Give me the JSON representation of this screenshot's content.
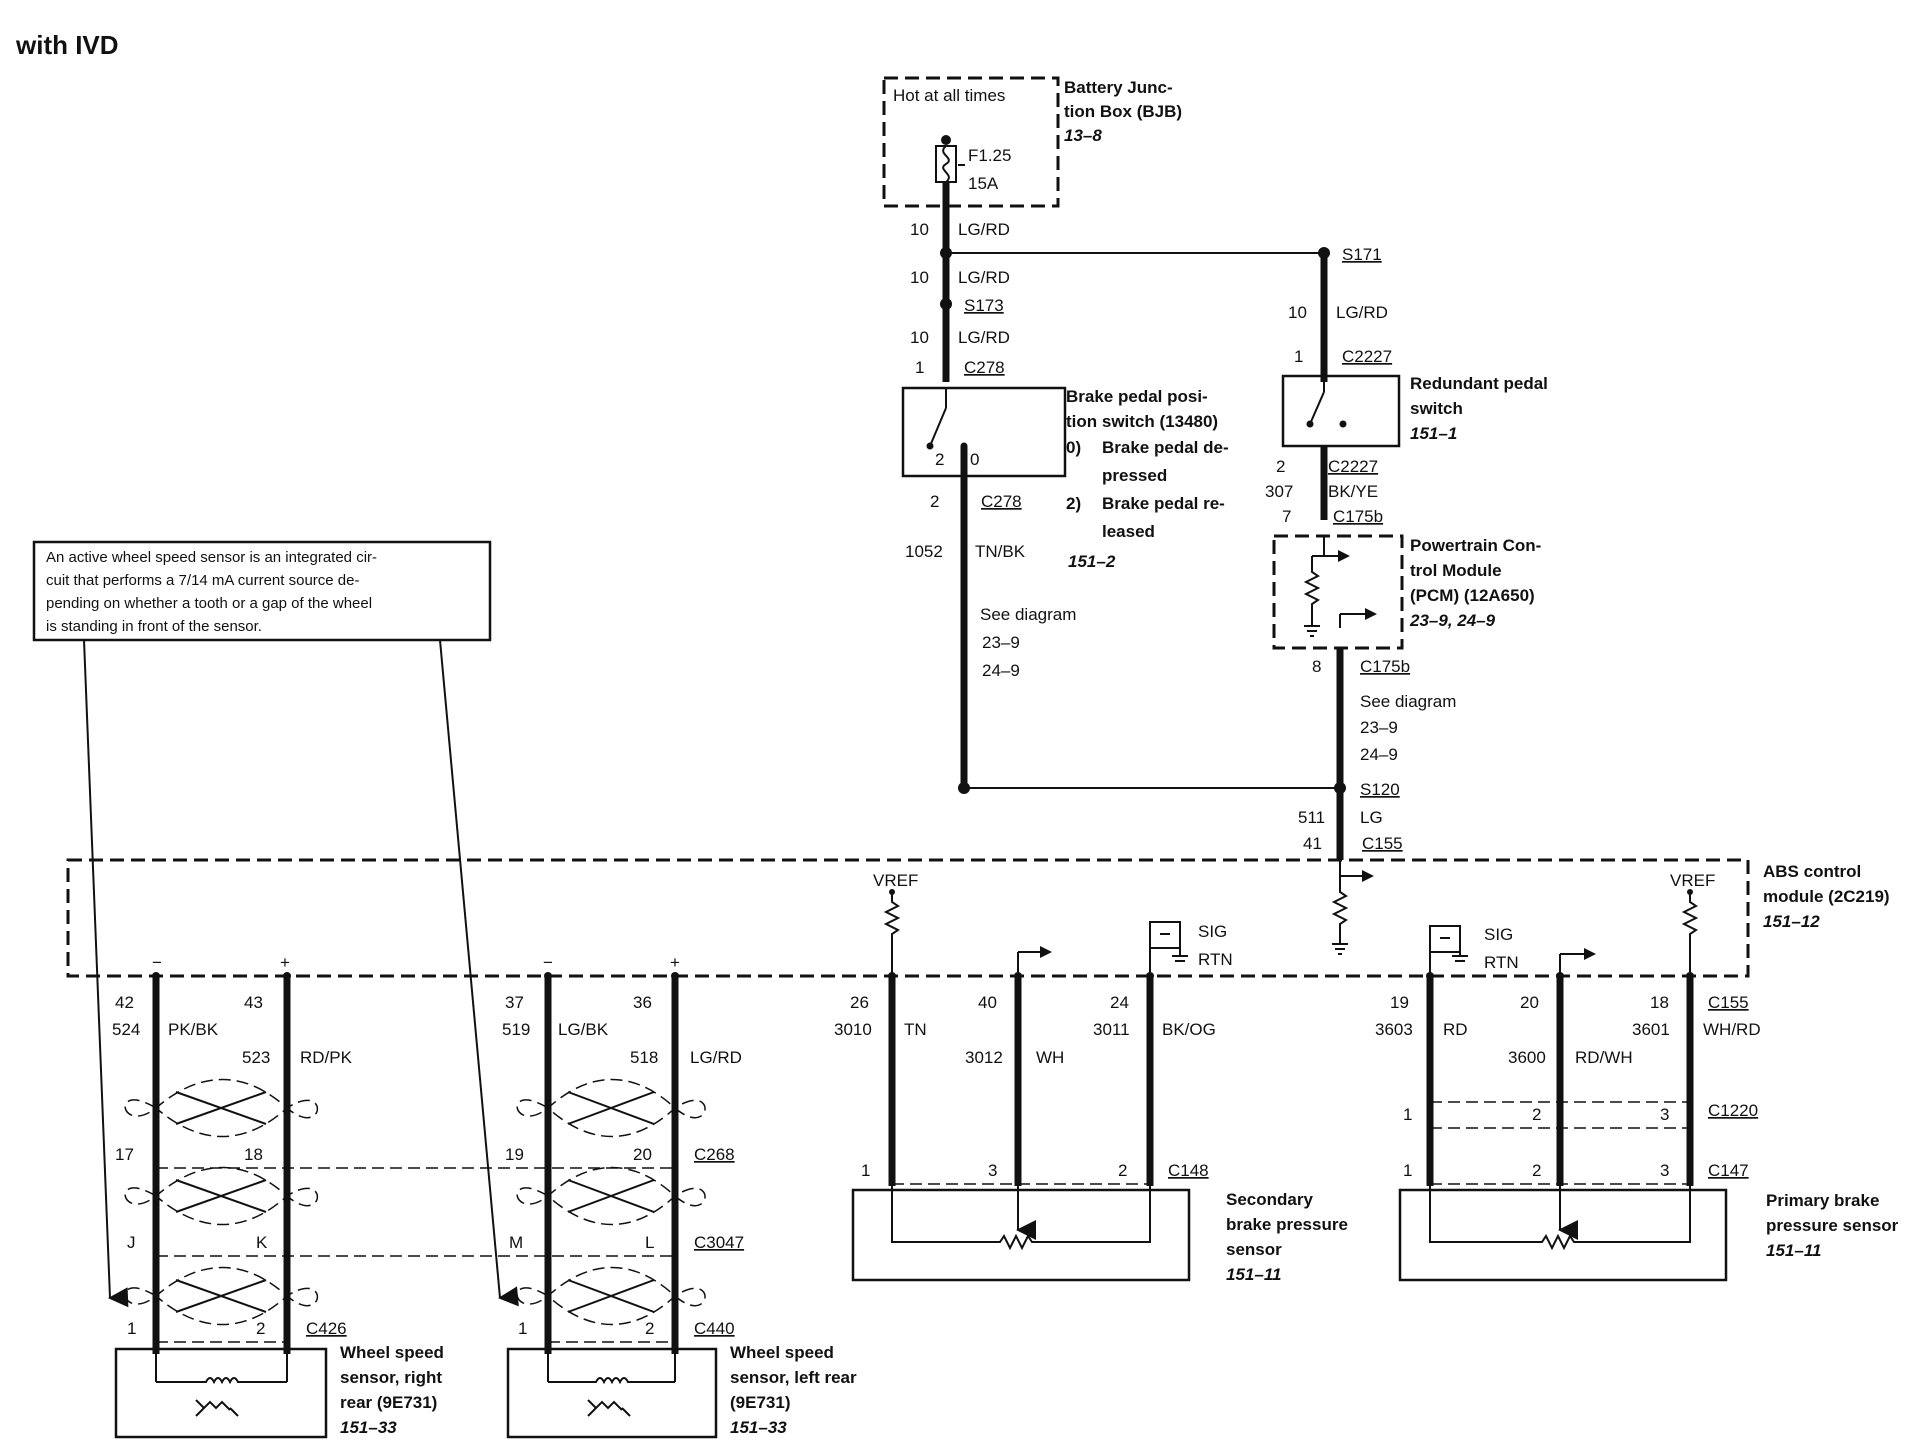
{
  "page_title": "with IVD",
  "note_text": [
    "An active wheel speed sensor is an integrated cir-",
    "cuit that performs a 7/14 mA current source de-",
    "pending on whether a tooth or a gap of the wheel",
    "is standing in front of the sensor."
  ],
  "bjb": {
    "box_text": "Hot at all times",
    "fuse": "F1.25",
    "rating": "15A",
    "title": [
      "Battery Junc-",
      "tion Box (BJB)"
    ],
    "ref": "13–8"
  },
  "feed": {
    "gauge": "10",
    "color": "LG/RD"
  },
  "splices": {
    "s171": "S171",
    "s173": "S173",
    "s120": "S120"
  },
  "bpp": {
    "c_in": "C278",
    "pin_in": "1",
    "c_out": "C278",
    "pin_out": "2",
    "sw_pos_a": "2",
    "sw_pos_b": "0",
    "title": [
      "Brake pedal posi-",
      "tion switch (13480)"
    ],
    "legend": [
      [
        "0)",
        "Brake pedal de-"
      ],
      [
        "",
        "pressed"
      ],
      [
        "2)",
        "Brake pedal re-"
      ],
      [
        "",
        "leased"
      ]
    ],
    "ref": "151–2",
    "out_circuit": "1052",
    "out_color": "TN/BK",
    "see": "See diagram",
    "see_refs": [
      "23–9",
      "24–9"
    ]
  },
  "rps": {
    "c_in": "C2227",
    "pin_in": "1",
    "c_out": "C2227",
    "pin_out": "2",
    "title": [
      "Redundant pedal",
      "switch"
    ],
    "ref": "151–1",
    "out_circuit": "307",
    "out_color": "BK/YE"
  },
  "pcm": {
    "c_in": "C175b",
    "pin_in": "7",
    "c_out": "C175b",
    "pin_out": "8",
    "title": [
      "Powertrain Con-",
      "trol Module",
      "(PCM) (12A650)"
    ],
    "ref": "23–9, 24–9",
    "see": "See diagram",
    "see_refs": [
      "23–9",
      "24–9"
    ],
    "out_circuit": "511",
    "out_color": "LG"
  },
  "abs": {
    "connector": "C155",
    "pin_top": "41",
    "title": [
      "ABS control",
      "module (2C219)"
    ],
    "ref": "151–12",
    "vref": "VREF",
    "sig": "SIG",
    "rtn": "RTN",
    "minus": "−",
    "plus": "+"
  },
  "right_rear": {
    "pins": [
      "42",
      "43"
    ],
    "circuits": [
      "524",
      "523"
    ],
    "colors": [
      "PK/BK",
      "RD/PK"
    ],
    "c268_pins": [
      "17",
      "18"
    ],
    "c3047_pins": [
      "J",
      "K"
    ],
    "c426_pins": [
      "1",
      "2"
    ],
    "c_sensor": "C426",
    "title": [
      "Wheel speed",
      "sensor, right",
      "rear (9E731)"
    ],
    "ref": "151–33"
  },
  "left_rear": {
    "pins": [
      "37",
      "36"
    ],
    "circuits": [
      "519",
      "518"
    ],
    "colors": [
      "LG/BK",
      "LG/RD"
    ],
    "c268_pins": [
      "19",
      "20"
    ],
    "c3047_pins": [
      "M",
      "L"
    ],
    "c440_pins": [
      "1",
      "2"
    ],
    "c268": "C268",
    "c3047": "C3047",
    "c_sensor": "C440",
    "title": [
      "Wheel speed",
      "sensor, left rear",
      "(9E731)"
    ],
    "ref": "151–33"
  },
  "secondary": {
    "pins": [
      "26",
      "40",
      "24"
    ],
    "circuits": [
      "3010",
      "3012",
      "3011"
    ],
    "colors": [
      "TN",
      "WH",
      "BK/OG"
    ],
    "sensor_pins": [
      "1",
      "3",
      "2"
    ],
    "connector": "C148",
    "title": [
      "Secondary",
      "brake pressure",
      "sensor"
    ],
    "ref": "151–11"
  },
  "primary": {
    "pins": [
      "19",
      "20",
      "18"
    ],
    "circuits": [
      "3603",
      "3600",
      "3601"
    ],
    "colors": [
      "RD",
      "RD/WH",
      "WH/RD"
    ],
    "c1220_pins": [
      "1",
      "2",
      "3"
    ],
    "c1220": "C1220",
    "sensor_pins": [
      "1",
      "2",
      "3"
    ],
    "connector": "C147",
    "c155": "C155",
    "title": [
      "Primary brake",
      "pressure sensor"
    ],
    "ref": "151–11"
  }
}
